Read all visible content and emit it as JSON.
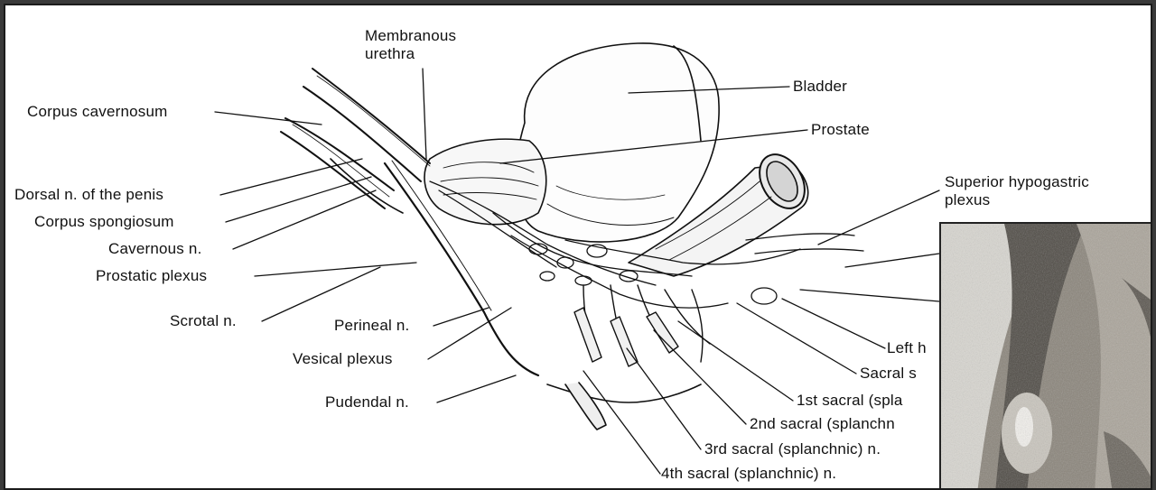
{
  "labels": {
    "membranous_urethra": [
      "Membranous",
      "urethra"
    ],
    "bladder": "Bladder",
    "prostate": "Prostate",
    "corpus_cavernosum": "Corpus cavernosum",
    "dorsal_n_penis": "Dorsal n. of the penis",
    "corpus_spongiosum": "Corpus spongiosum",
    "cavernous_n": "Cavernous n.",
    "prostatic_plexus": "Prostatic plexus",
    "scrotal_n": "Scrotal n.",
    "perineal_n": "Perineal n.",
    "vesical_plexus": "Vesical plexus",
    "pudendal_n": "Pudendal n.",
    "superior_hypogastric_plexus": [
      "Superior hypogastric",
      "plexus"
    ],
    "left_h": "Left h",
    "sacral_s": "Sacral s",
    "first_sacral": "1st sacral (spla",
    "second_sacral": "2nd sacral (splanchn",
    "third_sacral": "3rd sacral (splanchnic) n.",
    "fourth_sacral": "4th sacral (splanchnic) n."
  },
  "colors": {
    "ink": "#111111",
    "paper": "#ffffff",
    "inset_tone": "#6f6a62"
  }
}
